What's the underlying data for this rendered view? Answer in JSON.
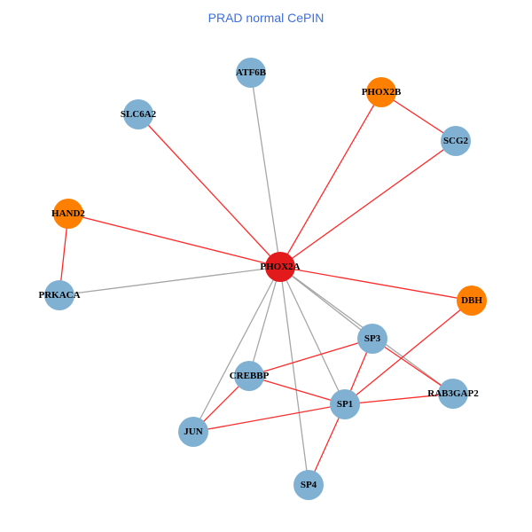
{
  "title": "PRAD normal CePIN",
  "colors": {
    "center": "#e31a1c",
    "highlight": "#ff7f00",
    "default": "#80b1d3",
    "edge_red": "#ff2a2a",
    "edge_gray": "#a6a6a6"
  },
  "nodes": [
    {
      "id": "ATF6B",
      "type": "default"
    },
    {
      "id": "PHOX2B",
      "type": "highlight"
    },
    {
      "id": "SLC6A2",
      "type": "default"
    },
    {
      "id": "SCG2",
      "type": "default"
    },
    {
      "id": "HAND2",
      "type": "highlight"
    },
    {
      "id": "PHOX2A",
      "type": "center"
    },
    {
      "id": "PRKACA",
      "type": "default"
    },
    {
      "id": "DBH",
      "type": "highlight"
    },
    {
      "id": "SP3",
      "type": "default"
    },
    {
      "id": "CREBBP",
      "type": "default"
    },
    {
      "id": "RAB3GAP2",
      "type": "default"
    },
    {
      "id": "SP1",
      "type": "default"
    },
    {
      "id": "JUN",
      "type": "default"
    },
    {
      "id": "SP4",
      "type": "default"
    }
  ],
  "edges": [
    {
      "s": "PHOX2A",
      "t": "ATF6B",
      "c": "gray"
    },
    {
      "s": "PHOX2A",
      "t": "PRKACA",
      "c": "gray"
    },
    {
      "s": "PHOX2A",
      "t": "JUN",
      "c": "gray"
    },
    {
      "s": "PHOX2A",
      "t": "CREBBP",
      "c": "gray"
    },
    {
      "s": "PHOX2A",
      "t": "SP4",
      "c": "gray"
    },
    {
      "s": "PHOX2A",
      "t": "SP1",
      "c": "gray"
    },
    {
      "s": "PHOX2A",
      "t": "SP3",
      "c": "gray"
    },
    {
      "s": "PHOX2A",
      "t": "RAB3GAP2",
      "c": "gray"
    },
    {
      "s": "PHOX2A",
      "t": "SLC6A2",
      "c": "red"
    },
    {
      "s": "PHOX2A",
      "t": "PHOX2B",
      "c": "red"
    },
    {
      "s": "PHOX2A",
      "t": "SCG2",
      "c": "red"
    },
    {
      "s": "PHOX2A",
      "t": "HAND2",
      "c": "red"
    },
    {
      "s": "PHOX2A",
      "t": "DBH",
      "c": "red"
    },
    {
      "s": "PHOX2B",
      "t": "SCG2",
      "c": "red"
    },
    {
      "s": "HAND2",
      "t": "PRKACA",
      "c": "red"
    },
    {
      "s": "DBH",
      "t": "SP1",
      "c": "red"
    },
    {
      "s": "SP3",
      "t": "CREBBP",
      "c": "red"
    },
    {
      "s": "SP3",
      "t": "SP1",
      "c": "red"
    },
    {
      "s": "SP3",
      "t": "RAB3GAP2",
      "c": "red"
    },
    {
      "s": "CREBBP",
      "t": "SP1",
      "c": "red"
    },
    {
      "s": "CREBBP",
      "t": "JUN",
      "c": "red"
    },
    {
      "s": "JUN",
      "t": "SP1",
      "c": "red"
    },
    {
      "s": "SP1",
      "t": "RAB3GAP2",
      "c": "red"
    },
    {
      "s": "SP1",
      "t": "SP4",
      "c": "red"
    }
  ]
}
